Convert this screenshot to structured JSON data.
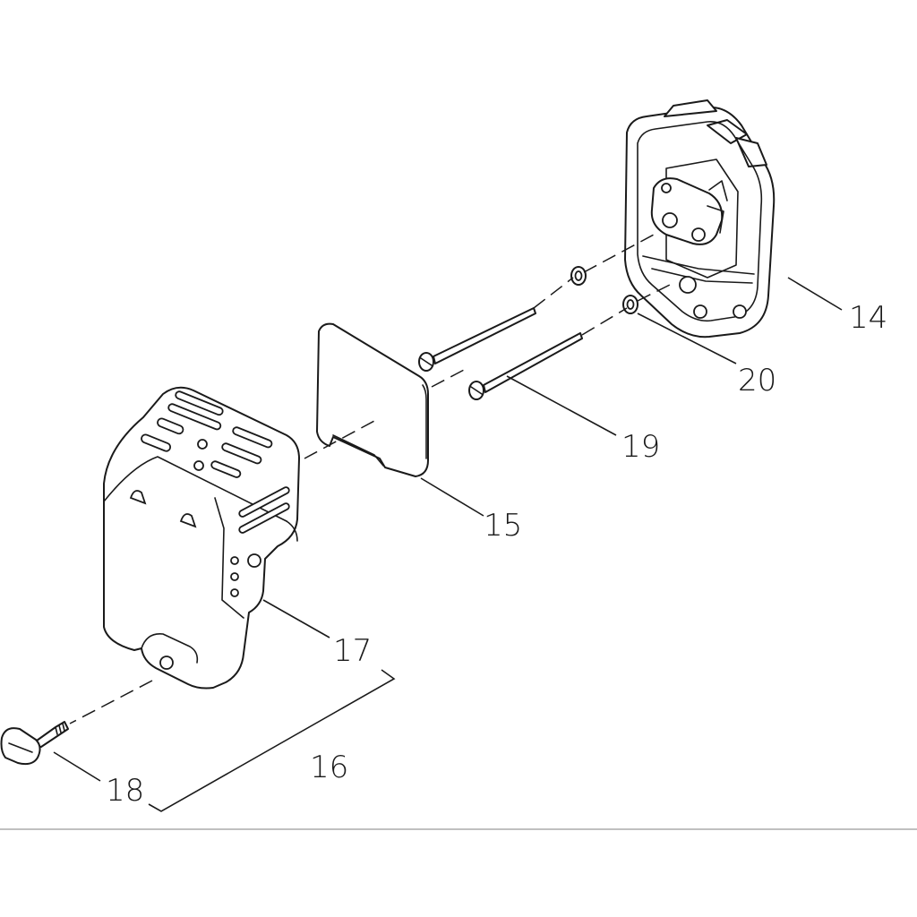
{
  "diagram": {
    "colors": {
      "ink": "#1a1a1a",
      "background": "#ffffff",
      "rule": "#9a9a9a"
    },
    "callouts": [
      {
        "id": "14",
        "label": "14"
      },
      {
        "id": "15",
        "label": "15"
      },
      {
        "id": "16",
        "label": "16"
      },
      {
        "id": "17",
        "label": "17"
      },
      {
        "id": "18",
        "label": "18"
      },
      {
        "id": "19",
        "label": "19"
      },
      {
        "id": "20",
        "label": "20"
      }
    ]
  }
}
